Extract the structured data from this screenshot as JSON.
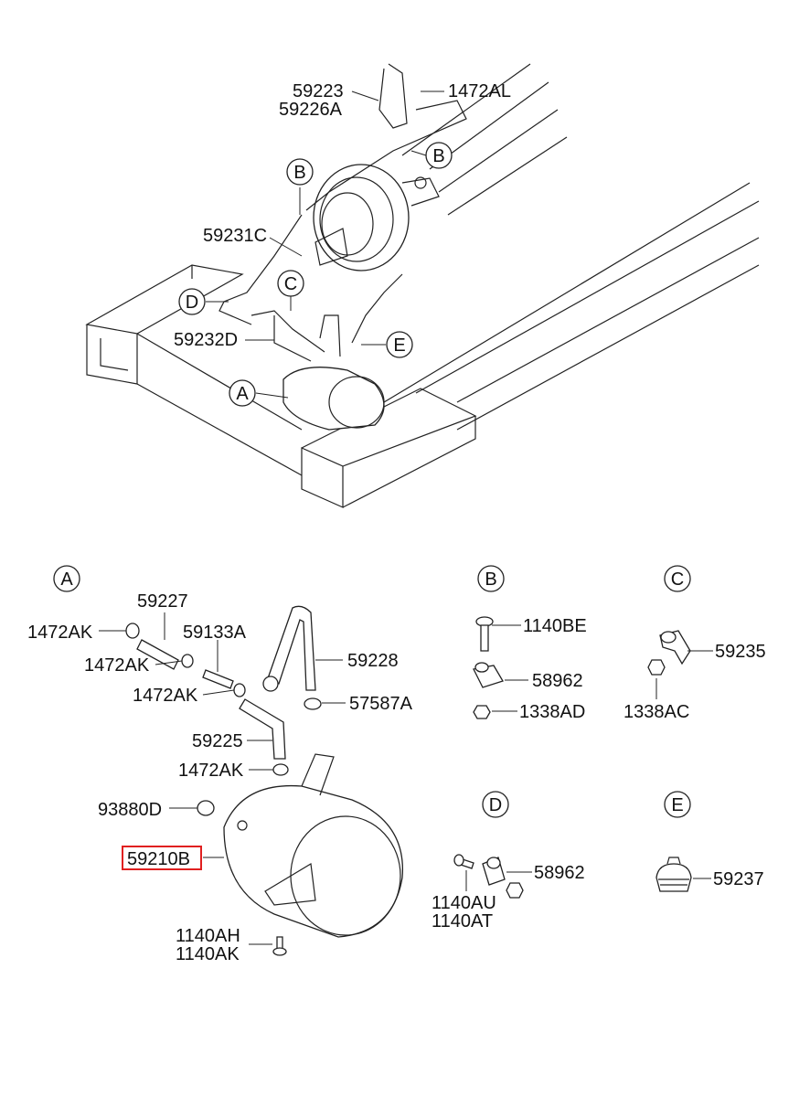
{
  "upper_view": {
    "labels": {
      "p59223": "59223",
      "p59226A": "59226A",
      "p1472AL": "1472AL",
      "p59231C": "59231C",
      "p59232D": "59232D"
    },
    "callouts": {
      "A": "A",
      "B1": "B",
      "B2": "B",
      "C": "C",
      "D": "D",
      "E": "E"
    }
  },
  "detail_A": {
    "callout": "A",
    "labels": {
      "p59227": "59227",
      "p1472AK_1": "1472AK",
      "p59133A": "59133A",
      "p1472AK_2": "1472AK",
      "p1472AK_3": "1472AK",
      "p59228": "59228",
      "p57587A": "57587A",
      "p59225": "59225",
      "p1472AK_4": "1472AK",
      "p93880D": "93880D",
      "p59210B": "59210B",
      "p1140AH": "1140AH",
      "p1140AK": "1140AK"
    },
    "highlighted_part": "59210B",
    "highlight_color": "#e02020"
  },
  "detail_B": {
    "callout": "B",
    "labels": {
      "p1140BE": "1140BE",
      "p58962": "58962",
      "p1338AD": "1338AD"
    }
  },
  "detail_C": {
    "callout": "C",
    "labels": {
      "p59235": "59235",
      "p1338AC": "1338AC"
    }
  },
  "detail_D": {
    "callout": "D",
    "labels": {
      "p58962": "58962",
      "p1140AU": "1140AU",
      "p1140AT": "1140AT"
    }
  },
  "detail_E": {
    "callout": "E",
    "labels": {
      "p59237": "59237"
    }
  }
}
